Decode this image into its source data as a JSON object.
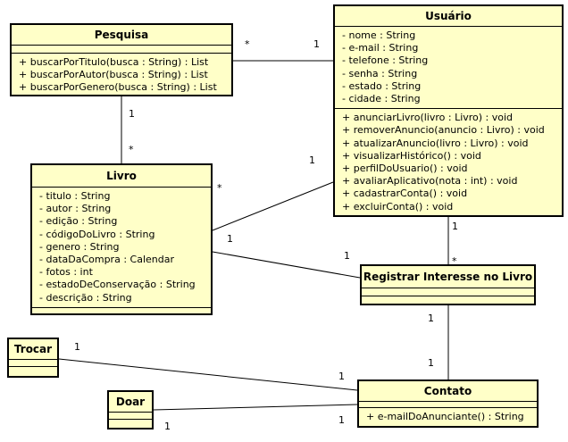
{
  "classes": {
    "pesquisa": {
      "name": "Pesquisa",
      "attributes": [],
      "methods": [
        "+ buscarPorTitulo(busca : String) : List",
        "+ buscarPorAutor(busca : String) : List",
        "+ buscarPorGenero(busca : String) : List"
      ]
    },
    "usuario": {
      "name": "Usuário",
      "attributes": [
        "- nome : String",
        "- e-mail : String",
        "- telefone : String",
        "- senha : String",
        "- estado : String",
        "- cidade : String"
      ],
      "methods": [
        "+ anunciarLivro(livro : Livro) : void",
        "+ removerAnuncio(anuncio : Livro) : void",
        "+ atualizarAnuncio(livro : Livro) : void",
        "+ visualizarHistórico() : void",
        "+ perfilDoUsuario() : void",
        "+ avaliarAplicativo(nota : int) : void",
        "+ cadastrarConta() : void",
        "+ excluirConta() : void"
      ]
    },
    "livro": {
      "name": "Livro",
      "attributes": [
        "- titulo : String",
        "- autor : String",
        "- edição : String",
        "- códigoDoLivro : String",
        "- genero : String",
        "- dataDaCompra : Calendar",
        "- fotos : int",
        "- estadoDeConservação : String",
        "- descrição : String"
      ],
      "methods": []
    },
    "registrar": {
      "name": "Registrar Interesse no Livro"
    },
    "trocar": {
      "name": "Trocar"
    },
    "doar": {
      "name": "Doar"
    },
    "contato": {
      "name": "Contato",
      "attributes": [],
      "methods": [
        "+ e-mailDoAnunciante() : String"
      ]
    }
  },
  "multiplicities": {
    "pesquisa_usuario_a": "*",
    "pesquisa_usuario_b": "1",
    "pesquisa_livro_a": "1",
    "pesquisa_livro_b": "*",
    "livro_usuario_a": "*",
    "livro_usuario_b": "1",
    "livro_registrar_a": "1",
    "livro_registrar_b": "1",
    "usuario_registrar_a": "1",
    "usuario_registrar_b": "*",
    "registrar_contato_a": "1",
    "registrar_contato_b": "1",
    "trocar_contato_a": "1",
    "trocar_contato_b": "1",
    "doar_contato_a": "1",
    "doar_contato_b": "1"
  }
}
